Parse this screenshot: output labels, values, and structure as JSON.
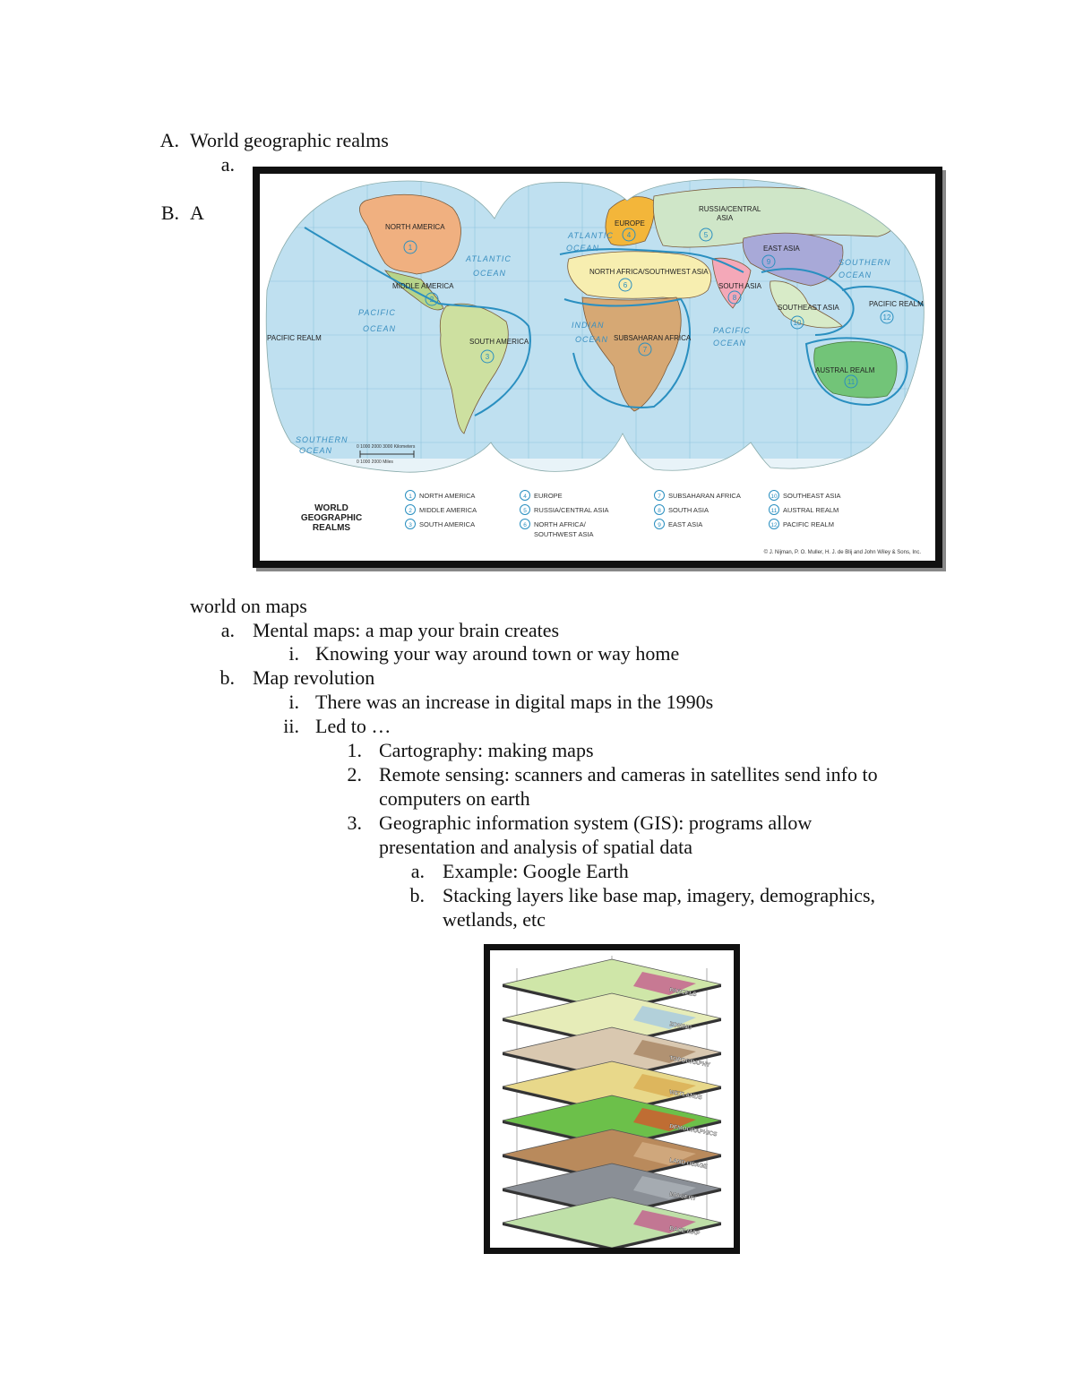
{
  "outline": {
    "A": {
      "marker": "A.",
      "text": "World geographic realms"
    },
    "A_a": {
      "marker": "a."
    },
    "B": {
      "marker": "B.",
      "text": "A",
      "cont": "world on maps"
    },
    "a": {
      "marker": "a.",
      "text": "Mental maps: a map your brain creates"
    },
    "a_i": {
      "marker": "i.",
      "text": "Knowing your way around town or way home"
    },
    "b": {
      "marker": "b.",
      "text": "Map revolution"
    },
    "b_i": {
      "marker": "i.",
      "text": "There was an increase in digital maps in the 1990s"
    },
    "b_ii": {
      "marker": "ii.",
      "text": "Led to …"
    },
    "n1": {
      "marker": "1.",
      "text": "Cartography: making maps"
    },
    "n2": {
      "marker": "2.",
      "text1": "Remote sensing: scanners and cameras in satellites send info to",
      "text2": "computers on earth"
    },
    "n3": {
      "marker": "3.",
      "text1": "Geographic information system (GIS): programs allow",
      "text2": "presentation and analysis of spatial data"
    },
    "n3a": {
      "marker": "a.",
      "text": "Example: Google Earth"
    },
    "n3b": {
      "marker": "b.",
      "text1": "Stacking layers like base map, imagery, demographics,",
      "text2": "wetlands, etc"
    }
  },
  "world_map": {
    "title": [
      "WORLD",
      "GEOGRAPHIC",
      "REALMS"
    ],
    "realm_labels": [
      "NORTH AMERICA",
      "MIDDLE AMERICA",
      "SOUTH AMERICA",
      "EUROPE",
      "RUSSIA/CENTRAL",
      "ASIA",
      "NORTH AFRICA/SOUTHWEST ASIA",
      "SUBSAHARAN AFRICA",
      "SOUTH ASIA",
      "EAST ASIA",
      "SOUTHEAST ASIA",
      "AUSTRAL REALM",
      "PACIFIC REALM",
      "PACIFIC REALM"
    ],
    "ocean_labels": [
      "PACIFIC",
      "OCEAN",
      "ATLANTIC",
      "OCEAN",
      "ATLANTIC",
      "OCEAN",
      "INDIAN",
      "OCEAN",
      "PACIFIC",
      "OCEAN",
      "SOUTHERN",
      "OCEAN",
      "SOUTHERN",
      "OCEAN"
    ],
    "scale": {
      "km": "0   1000  2000  3000 Kilometers",
      "mi": "0      1000      2000 Miles"
    },
    "legend": [
      {
        "num": "1",
        "name": "NORTH AMERICA"
      },
      {
        "num": "2",
        "name": "MIDDLE AMERICA"
      },
      {
        "num": "3",
        "name": "SOUTH AMERICA"
      },
      {
        "num": "4",
        "name": "EUROPE"
      },
      {
        "num": "5",
        "name": "RUSSIA/CENTRAL ASIA"
      },
      {
        "num": "6",
        "name": "NORTH AFRICA/",
        "name2": "SOUTHWEST ASIA"
      },
      {
        "num": "7",
        "name": "SUBSAHARAN AFRICA"
      },
      {
        "num": "8",
        "name": "SOUTH ASIA"
      },
      {
        "num": "9",
        "name": "EAST ASIA"
      },
      {
        "num": "10",
        "name": "SOUTHEAST ASIA"
      },
      {
        "num": "11",
        "name": "AUSTRAL REALM"
      },
      {
        "num": "12",
        "name": "PACIFIC REALM"
      }
    ],
    "credit": "© J. Nijman, P. O. Muller, H. J. de Blij and John Wiley & Sons, Inc.",
    "colors": {
      "ocean": "#bfe0f0",
      "north_america": "#f0b080",
      "south_america": "#cde0a0",
      "europe": "#f3b63a",
      "russia": "#cfe6c8",
      "east_asia": "#a8a9d8",
      "south_asia": "#f4a8b8",
      "africa": "#d6a874",
      "north_africa": "#f7eeb0",
      "australia": "#72c478",
      "line": "#2a8fc0"
    }
  },
  "gis_layers": {
    "labels": [
      "PARCELS",
      "ZONING",
      "TOPOGRAPHY",
      "WETLANDS",
      "DEMOGRAPHICS",
      "LAND USAGE",
      "IMAGERY",
      "BASE MAP"
    ]
  }
}
